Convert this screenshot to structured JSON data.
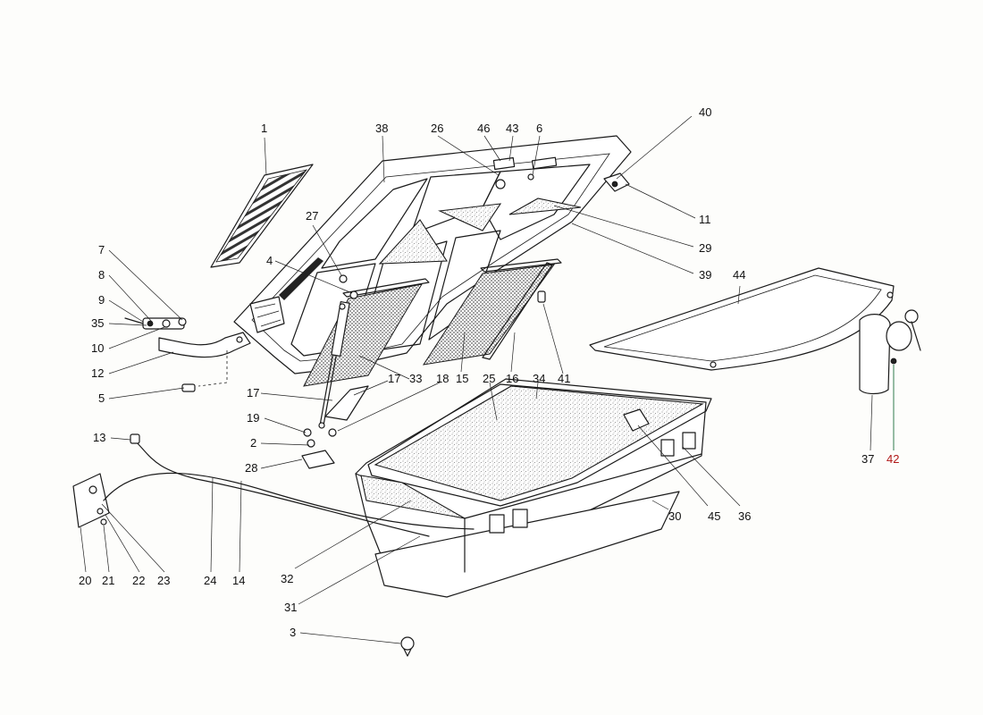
{
  "diagram": {
    "labels": [
      {
        "id": "1",
        "text": "1"
      },
      {
        "id": "38",
        "text": "38"
      },
      {
        "id": "26",
        "text": "26"
      },
      {
        "id": "46",
        "text": "46"
      },
      {
        "id": "43",
        "text": "43"
      },
      {
        "id": "6",
        "text": "6"
      },
      {
        "id": "40",
        "text": "40"
      },
      {
        "id": "11",
        "text": "11"
      },
      {
        "id": "29",
        "text": "29"
      },
      {
        "id": "39",
        "text": "39"
      },
      {
        "id": "27",
        "text": "27"
      },
      {
        "id": "4",
        "text": "4"
      },
      {
        "id": "7",
        "text": "7"
      },
      {
        "id": "8",
        "text": "8"
      },
      {
        "id": "9",
        "text": "9"
      },
      {
        "id": "35",
        "text": "35"
      },
      {
        "id": "10",
        "text": "10"
      },
      {
        "id": "12",
        "text": "12"
      },
      {
        "id": "5",
        "text": "5"
      },
      {
        "id": "44",
        "text": "44"
      },
      {
        "id": "17a",
        "text": "17"
      },
      {
        "id": "17b",
        "text": "17"
      },
      {
        "id": "33",
        "text": "33"
      },
      {
        "id": "18",
        "text": "18"
      },
      {
        "id": "15",
        "text": "15"
      },
      {
        "id": "16",
        "text": "16"
      },
      {
        "id": "41",
        "text": "41"
      },
      {
        "id": "25",
        "text": "25"
      },
      {
        "id": "34",
        "text": "34"
      },
      {
        "id": "19",
        "text": "19"
      },
      {
        "id": "2",
        "text": "2"
      },
      {
        "id": "28",
        "text": "28"
      },
      {
        "id": "13",
        "text": "13"
      },
      {
        "id": "37",
        "text": "37"
      },
      {
        "id": "42",
        "text": "42"
      },
      {
        "id": "45",
        "text": "45"
      },
      {
        "id": "36",
        "text": "36"
      },
      {
        "id": "30",
        "text": "30"
      },
      {
        "id": "20",
        "text": "20"
      },
      {
        "id": "21",
        "text": "21"
      },
      {
        "id": "22",
        "text": "22"
      },
      {
        "id": "23",
        "text": "23"
      },
      {
        "id": "24",
        "text": "24"
      },
      {
        "id": "14",
        "text": "14"
      },
      {
        "id": "32",
        "text": "32"
      },
      {
        "id": "31",
        "text": "31"
      },
      {
        "id": "3",
        "text": "3"
      }
    ],
    "colors": {
      "ink": "#1a1a1a",
      "paper": "#fdfdfb",
      "highlight_label": "#b01818",
      "highlight_leader": "#2e7a4e"
    }
  }
}
